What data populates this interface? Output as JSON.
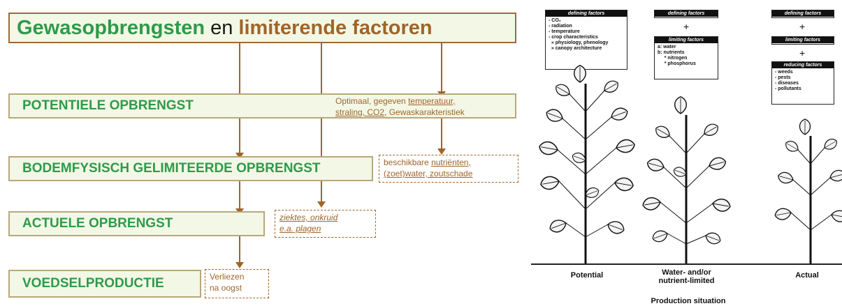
{
  "left": {
    "title": {
      "part1": "Gewasopbrengsten",
      "part2": "en",
      "part3": "limiterende factoren"
    },
    "levels": [
      {
        "label": "POTENTIELE OPBRENGST"
      },
      {
        "label": "BODEMFYSISCH GELIMITEERDE OPBRENGST"
      },
      {
        "label": "ACTUELE OPBRENGST"
      },
      {
        "label": "VOEDSELPRODUCTIE"
      }
    ],
    "notes": {
      "potential_a": "Optimaal, gegeven",
      "potential_b": "temperatuur,",
      "potential_c": "straling, CO2,",
      "potential_d": "Gewaskarakteristiek",
      "soil_a": "beschikbare",
      "soil_b": "nutriënten,",
      "soil_c": "(zoet)water, zoutschade",
      "actual_a": "ziektes, onkruid",
      "actual_b": "e.a. plagen",
      "food_a": "Verliezen",
      "food_b": "na oogst"
    }
  },
  "right": {
    "col1": {
      "head": "defining factors",
      "list": "- CO₂\n- radiation\n- temperature\n- crop characteristics\n  » physiology, phenology\n  » canopy architecture"
    },
    "col2": {
      "head1": "defining factors",
      "plus": "+",
      "head2": "limiting factors",
      "list": "a: water\nb: nutrients\n     * nitrogen\n     * phosphorus"
    },
    "col3": {
      "head1": "defining factors",
      "plus1": "+",
      "head2": "limiting factors",
      "plus2": "+",
      "head3": "reducing factors",
      "list": "- weeds\n- pests\n- diseases\n- pollutants"
    },
    "situations": [
      "Potential",
      "Water- and/or",
      "nutrient-limited",
      "Actual"
    ],
    "axis_label": "Production situation"
  }
}
